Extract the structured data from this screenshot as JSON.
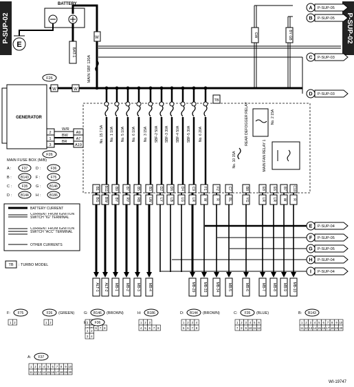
{
  "page": {
    "side_label": "P-SUP-02",
    "figure_id": "WI-19747",
    "turbo_note": ": TURBO MODEL",
    "turbo_tag": "TB"
  },
  "components": {
    "battery": "BATTERY",
    "generator": "GENERATOR",
    "main_fuse_box": "MAIN FUSE BOX (M/B)",
    "rear_defogger_relay": "REAR DEFOGGER RELAY",
    "main_fan_relay": "MAIN FAN RELAY 1",
    "ground_letter": "E",
    "bat_tag": "BAT-1",
    "wire_w": "W",
    "main_sbf": "MAIN SBF 120A",
    "gen_conn": "F26",
    "fuse_box_conn": "F26",
    "gen_terminals": [
      {
        "num": "2",
        "wire": "W/R",
        "pin": "A9"
      },
      {
        "num": "1",
        "wire": "BW",
        "pin": "A7"
      },
      {
        "num": "3",
        "wire": "BR",
        "pin": "A19"
      }
    ]
  },
  "fuses": [
    "No. 15 7.5A",
    "No. 1 10A",
    "No. 5 10A",
    "No. 6 10A",
    "No. 3 15A",
    "SBF-2 50A",
    "SBF-3 30A",
    "SBF-4 50A",
    "SBF-5 30A",
    "No. 6 20A",
    "No. 10 15A",
    "No. 2 15A"
  ],
  "pins": [
    "B1",
    "B11",
    "B9",
    "B7",
    "B5",
    "B3",
    "D2",
    "D6",
    "D4",
    "C9",
    "F1",
    "F2",
    "C7",
    "B8",
    "E8",
    "E6",
    "B7",
    "C10"
  ],
  "wires": [
    "BG",
    "BW",
    "BY",
    "RY",
    "RB",
    "LW",
    "LY",
    "LB",
    "LG",
    "LR",
    "W",
    "R",
    "RL",
    "YG",
    "LR",
    "LR",
    "W",
    "R"
  ],
  "connectors_bottom": [
    "ALT-1",
    "ALT-2",
    "MB-1",
    "MB-2",
    "MB-3",
    "MB-4",
    "MB-29",
    "MB-33",
    "MB-34",
    "MB-5",
    "MB-6",
    "MB-7",
    "MB-8",
    "MB-9",
    "MB-10"
  ],
  "refs": [
    {
      "letter": "A",
      "text": "P-SUP-05"
    },
    {
      "letter": "B",
      "text": "P-SUP-05"
    },
    {
      "letter": "C",
      "text": "P-SUP-03"
    },
    {
      "letter": "D",
      "text": "P-SUP-03"
    },
    {
      "letter": "E",
      "text": "P-SUP-04"
    },
    {
      "letter": "F",
      "text": "P-SUP-05"
    },
    {
      "letter": "G",
      "text": "P-SUP-05"
    },
    {
      "letter": "H",
      "text": "P-SUP-04"
    },
    {
      "letter": "I",
      "text": "P-SUP-04"
    }
  ],
  "top_wire_labels": [
    "GW",
    "BY GB"
  ],
  "fuse_box_map": {
    "title": "MAIN FUSE BOX (M/B)",
    "rows": [
      [
        "A :",
        "F37",
        "D :",
        "F36"
      ],
      [
        "B :",
        "B143",
        "F :",
        "F75"
      ],
      [
        "C :",
        "F35",
        "G :",
        "B146"
      ],
      [
        "D :",
        "B144",
        "H :",
        "B186"
      ]
    ]
  },
  "legend": {
    "items": [
      "BATTERY CURRENT",
      "CURRENT FROM IGNITION SWITCH \"IG\" TERMINAL",
      "CURRENT FROM IGNITION SWITCH \"ACC\" TERMINAL",
      "OTHER CURRENTS"
    ]
  },
  "connector_details": [
    {
      "prefix": "F:",
      "code": "F75",
      "color": ""
    },
    {
      "prefix": "",
      "code": "F26",
      "color": "(GREEN)"
    },
    {
      "prefix": "G:",
      "code": "B146",
      "color": "(BROWN)"
    },
    {
      "prefix": "H:",
      "code": "B186",
      "color": ""
    },
    {
      "prefix": "D:",
      "code": "B144",
      "color": "(BROWN)"
    },
    {
      "prefix": "C:",
      "code": "F35",
      "color": "(BLUE)"
    },
    {
      "prefix": "B:",
      "code": "B143",
      "color": ""
    },
    {
      "prefix": "E:",
      "code": "F36",
      "color": ""
    },
    {
      "prefix": "A:",
      "code": "F37",
      "color": ""
    }
  ]
}
